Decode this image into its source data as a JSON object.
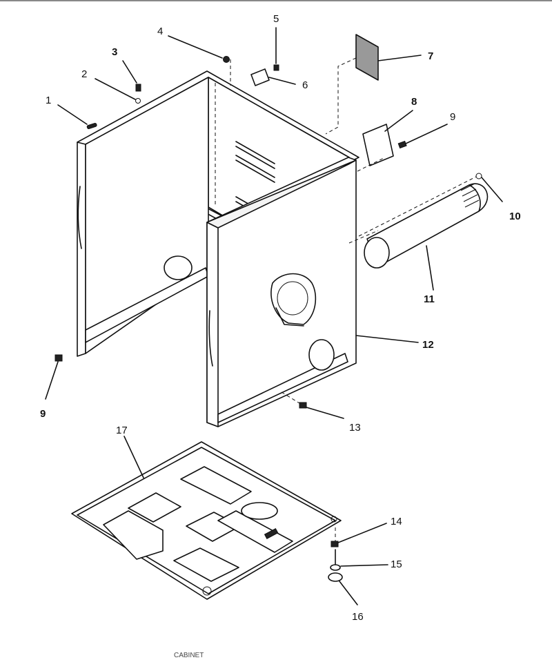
{
  "callouts": [
    {
      "id": "1",
      "label": "1",
      "bold": false
    },
    {
      "id": "2",
      "label": "2",
      "bold": false
    },
    {
      "id": "3",
      "label": "3",
      "bold": true
    },
    {
      "id": "4",
      "label": "4",
      "bold": false
    },
    {
      "id": "5",
      "label": "5",
      "bold": false
    },
    {
      "id": "6",
      "label": "6",
      "bold": false
    },
    {
      "id": "7",
      "label": "7",
      "bold": true
    },
    {
      "id": "8",
      "label": "8",
      "bold": true
    },
    {
      "id": "9a",
      "label": "9",
      "bold": false
    },
    {
      "id": "10",
      "label": "10",
      "bold": true
    },
    {
      "id": "11",
      "label": "11",
      "bold": true
    },
    {
      "id": "12",
      "label": "12",
      "bold": true
    },
    {
      "id": "9b",
      "label": "9",
      "bold": true
    },
    {
      "id": "13",
      "label": "13",
      "bold": false
    },
    {
      "id": "17",
      "label": "17",
      "bold": false
    },
    {
      "id": "14",
      "label": "14",
      "bold": false
    },
    {
      "id": "15",
      "label": "15",
      "bold": false
    },
    {
      "id": "16",
      "label": "16",
      "bold": false
    }
  ],
  "footer_text": "CABINET"
}
